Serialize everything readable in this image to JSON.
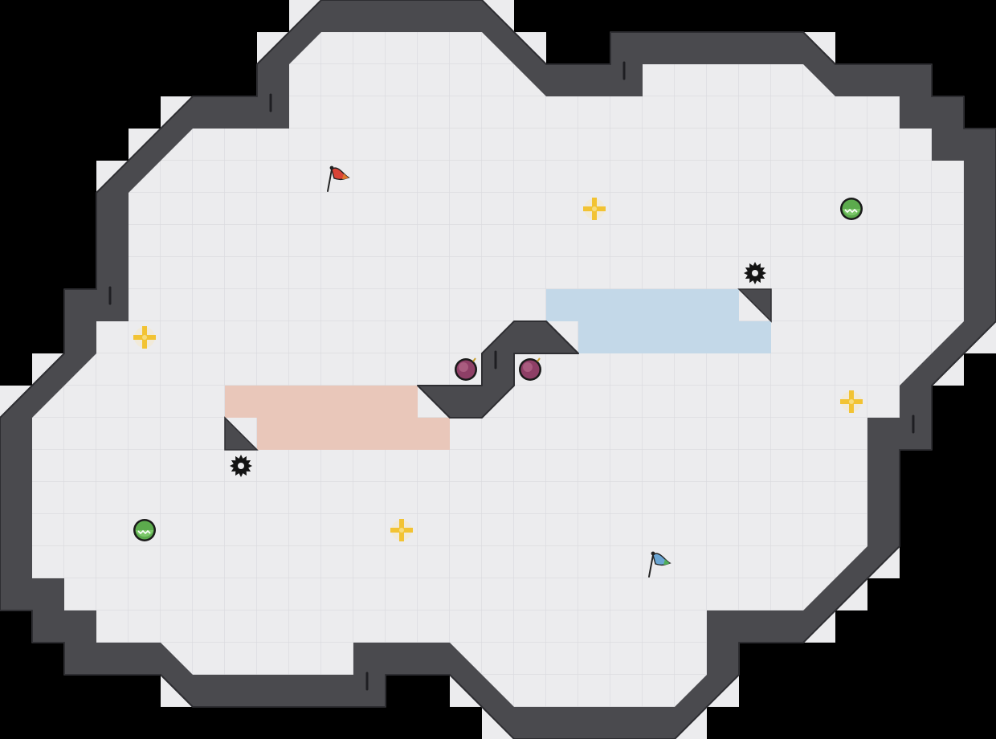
{
  "game": {
    "name": "capture-the-flag-map",
    "colors": {
      "background": "#000000",
      "tile_fill": "#ececee",
      "tile_line": "#d9d9dd",
      "wall": "#4a4a4e",
      "wall_edge": "#2e2e32",
      "red_zone": "#e9c7ba",
      "blue_zone": "#c3d8e8",
      "boost": "#f2c333",
      "bomb": "#8e3f66",
      "powerup": "#5cab4d",
      "spike": "#141414",
      "red_flag": "#d94437",
      "blue_flag": "#6aa5d3"
    }
  },
  "map": {
    "tile_units": 40,
    "columns": 31,
    "rows": 23,
    "red_team_zone_tiles": [
      [
        7,
        12
      ],
      [
        8,
        12
      ],
      [
        9,
        12
      ],
      [
        10,
        12
      ],
      [
        11,
        12
      ],
      [
        12,
        12
      ],
      [
        8,
        13
      ],
      [
        9,
        13
      ],
      [
        10,
        13
      ],
      [
        11,
        13
      ],
      [
        12,
        13
      ],
      [
        13,
        13
      ]
    ],
    "blue_team_zone_tiles": [
      [
        17,
        9
      ],
      [
        18,
        9
      ],
      [
        19,
        9
      ],
      [
        20,
        9
      ],
      [
        21,
        9
      ],
      [
        22,
        9
      ],
      [
        18,
        10
      ],
      [
        19,
        10
      ],
      [
        20,
        10
      ],
      [
        21,
        10
      ],
      [
        22,
        10
      ],
      [
        23,
        10
      ]
    ],
    "entities": [
      {
        "id": "red-flag",
        "type": "flag",
        "team": "red",
        "tile": [
          10,
          5
        ]
      },
      {
        "id": "blue-flag",
        "type": "flag",
        "team": "blue",
        "tile": [
          20,
          17
        ]
      },
      {
        "id": "boost-1",
        "type": "boost",
        "tile": [
          18,
          6
        ]
      },
      {
        "id": "boost-2",
        "type": "boost",
        "tile": [
          4,
          10
        ]
      },
      {
        "id": "boost-3",
        "type": "boost",
        "tile": [
          26,
          12
        ]
      },
      {
        "id": "boost-4",
        "type": "boost",
        "tile": [
          12,
          16
        ]
      },
      {
        "id": "powerup-1",
        "type": "powerup",
        "tile": [
          26,
          6
        ]
      },
      {
        "id": "powerup-2",
        "type": "powerup",
        "tile": [
          4,
          16
        ]
      },
      {
        "id": "bomb-1",
        "type": "bomb",
        "tile": [
          14,
          11
        ]
      },
      {
        "id": "bomb-2",
        "type": "bomb",
        "tile": [
          16,
          11
        ]
      },
      {
        "id": "spike-1",
        "type": "spike",
        "tile": [
          23,
          8
        ]
      },
      {
        "id": "spike-2",
        "type": "spike",
        "tile": [
          7,
          14
        ]
      }
    ]
  }
}
